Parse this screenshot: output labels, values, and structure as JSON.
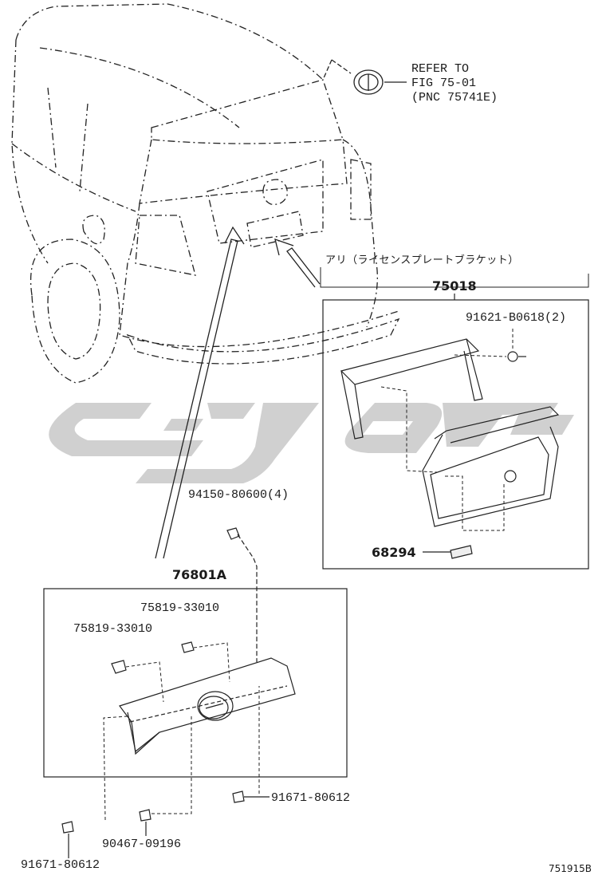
{
  "refer": {
    "line1": "REFER TO",
    "line2": "FIG 75-01",
    "line3": "(PNC 75741E)"
  },
  "bracket_note": "アリ（ライセンスプレートブラケット）",
  "parts": {
    "p75018": "75018",
    "p91621": "91621-B0618(2)",
    "p68294": "68294",
    "p94150": "94150-80600(4)",
    "p76801A": "76801A",
    "p75819_a": "75819-33010",
    "p75819_b": "75819-33010",
    "p91671_right": "91671-80612",
    "p90467": "90467-09196",
    "p91671_left": "91671-80612"
  },
  "figure_id": "751915B",
  "icons": {
    "emblem": "toyota-emblem-icon",
    "watermark": "brand-watermark-icon"
  }
}
